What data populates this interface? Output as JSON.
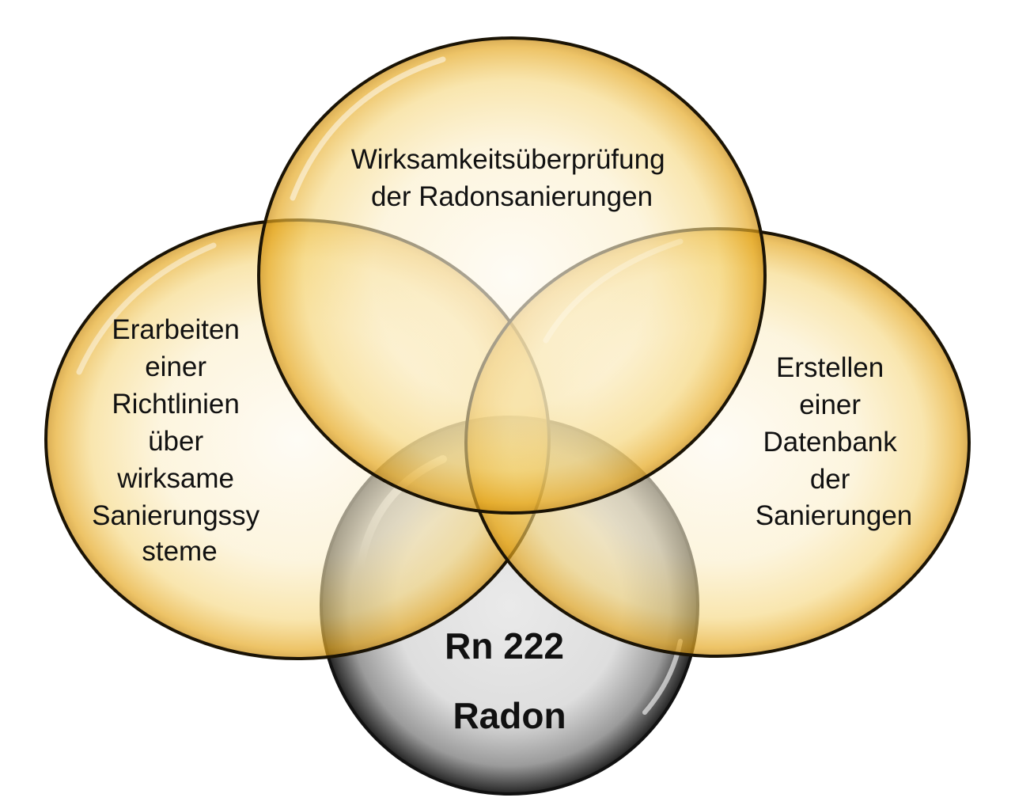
{
  "diagram": {
    "top_circle": {
      "lines": [
        "Wirksamkeitsüberprüfung",
        "der Radonsanierungen"
      ]
    },
    "left_circle": {
      "lines": [
        "Erarbeiten",
        "einer",
        "Richtlinien",
        "über",
        "wirksame",
        "Sanierungssy",
        "steme"
      ]
    },
    "right_circle": {
      "lines": [
        "Erstellen",
        "einer",
        "Datenbank",
        "der",
        "Sanierungen"
      ]
    },
    "center_circle": {
      "lines": [
        "Rn 222",
        "Radon"
      ]
    },
    "colors": {
      "gold_fill": "#f6d46a",
      "gold_light": "#fdf6e2",
      "gold_edge": "#e3a41c",
      "outline": "#1a1305",
      "gray_fill": "#e4e4e4",
      "gray_edge": "#3a3a3a"
    }
  }
}
